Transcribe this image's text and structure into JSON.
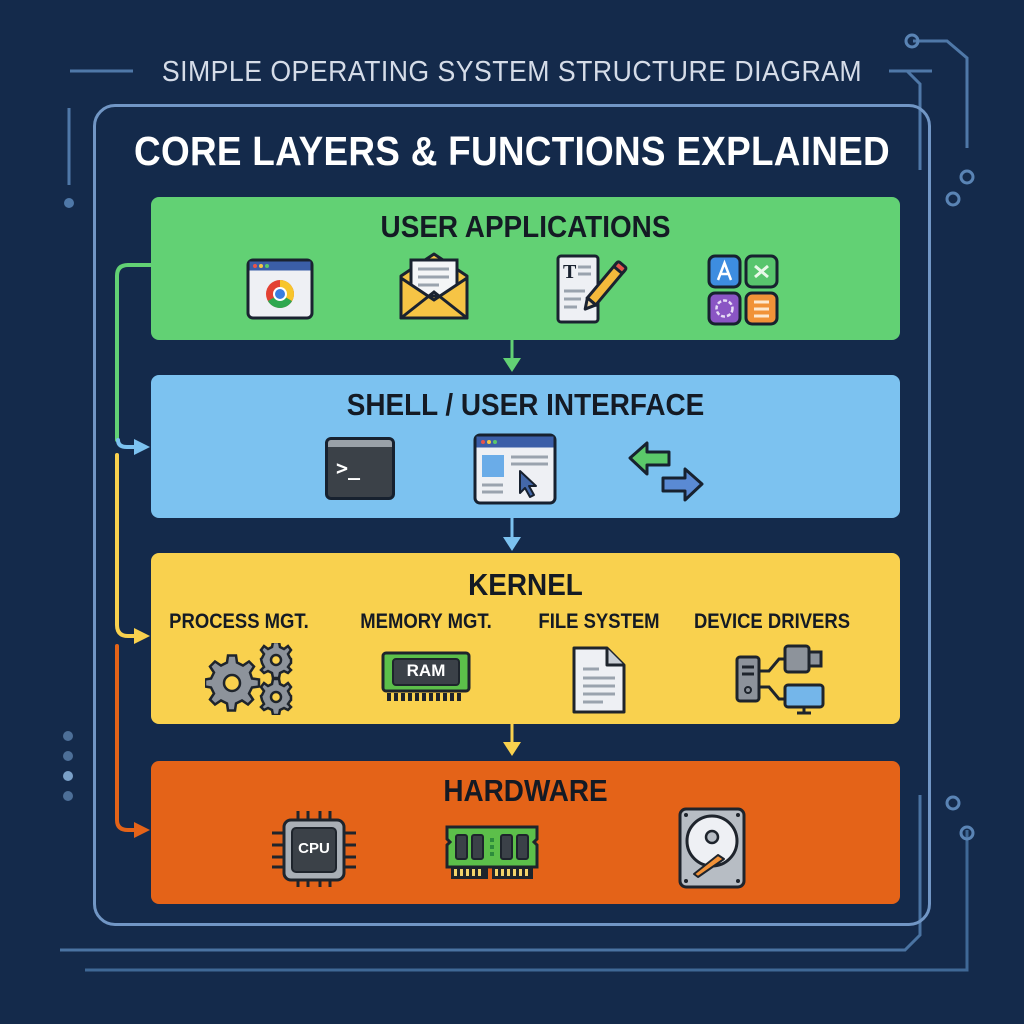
{
  "header": {
    "subtitle": "SIMPLE OPERATING SYSTEM STRUCTURE DIAGRAM",
    "title": "CORE LAYERS & FUNCTIONS EXPLAINED"
  },
  "colors": {
    "background": "#142a4b",
    "frame": "#7196c5",
    "user_applications": "#62d174",
    "shell": "#7cc2f0",
    "kernel": "#f9d14e",
    "hardware": "#e46318"
  },
  "layers": [
    {
      "id": "user-applications",
      "title": "USER APPLICATIONS",
      "icons": [
        "web-browser-icon",
        "email-envelope-icon",
        "text-editor-icon",
        "app-grid-icon"
      ]
    },
    {
      "id": "shell",
      "title": "SHELL / USER INTERFACE",
      "icons": [
        "terminal-icon",
        "gui-window-icon",
        "exchange-arrows-icon"
      ],
      "terminal_prompt": ">_"
    },
    {
      "id": "kernel",
      "title": "KERNEL",
      "functions": [
        {
          "label": "PROCESS MGT.",
          "icon": "gears-icon"
        },
        {
          "label": "MEMORY MGT.",
          "icon": "ram-module-icon",
          "icon_text": "RAM"
        },
        {
          "label": "FILE SYSTEM",
          "icon": "document-icon"
        },
        {
          "label": "DEVICE DRIVERS",
          "icon": "device-network-icon"
        }
      ]
    },
    {
      "id": "hardware",
      "title": "HARDWARE",
      "icons": [
        "cpu-chip-icon",
        "memory-stick-icon",
        "hard-disk-icon"
      ],
      "cpu_label": "CPU"
    }
  ]
}
